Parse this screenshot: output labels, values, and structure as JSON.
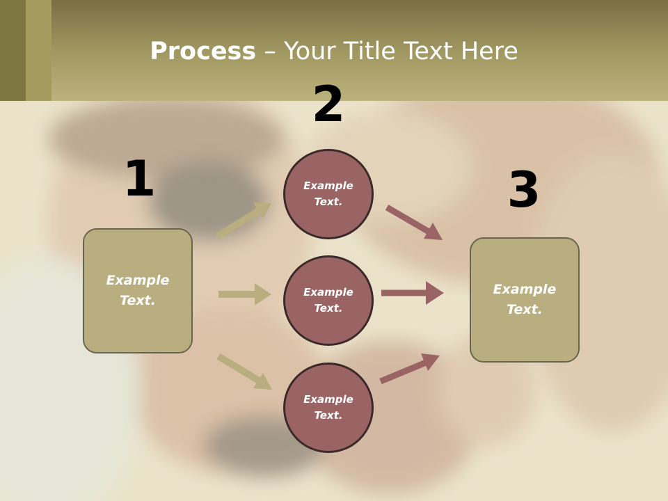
{
  "slide": {
    "title_bold": "Process",
    "title_rest": " – Your Title Text Here",
    "colors": {
      "header": "#a39a63",
      "box": "#b8ae80",
      "circle": "#9a6464",
      "arrow_left": "#b8ae80",
      "arrow_right": "#9a6464"
    }
  },
  "steps": {
    "step1": {
      "number": "1",
      "box_text": "Example\nText."
    },
    "step2": {
      "number": "2",
      "circles": [
        "Example\nText.",
        "Example\nText.",
        "Example\nText."
      ]
    },
    "step3": {
      "number": "3",
      "box_text": "Example\nText."
    }
  }
}
